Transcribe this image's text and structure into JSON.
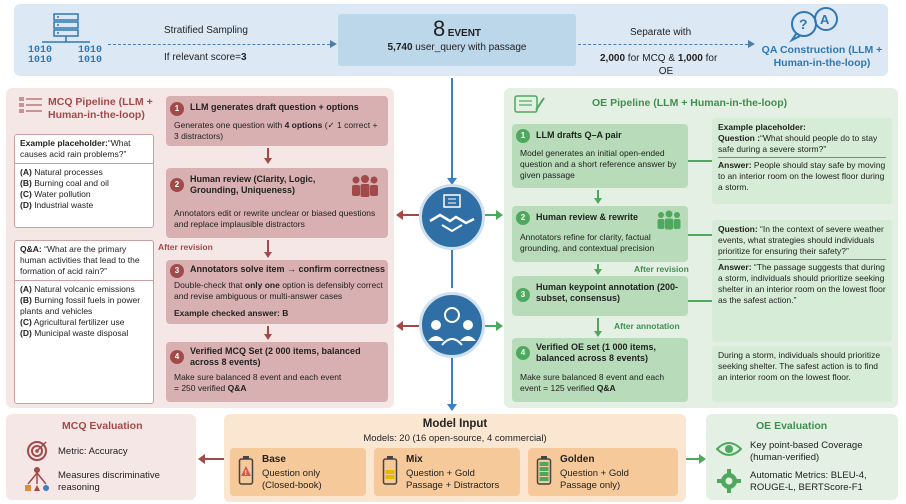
{
  "top": {
    "sampling_label": "Stratified Sampling",
    "relevant_prefix": "If relevant score=",
    "relevant_value": "3",
    "event_number": "8",
    "event_label": "EVENT",
    "event_count": "5,740",
    "event_desc": " user_query with passage",
    "separate_label": "Separate with",
    "split_mcq_num": "2,000",
    "split_mcq_text": " for MCQ & ",
    "split_oe_num": "1,000",
    "split_oe_text": " for",
    "split_oe_tail": "OE",
    "qa_title": "QA Construction (LLM + Human-in-the-loop)"
  },
  "mcq": {
    "title": "MCQ Pipeline (LLM + Human-in-the-loop)",
    "steps": [
      {
        "num": "1",
        "title": "LLM generates draft question + options",
        "body_pre": "Generates one question with ",
        "body_bold": "4 options",
        "body_post": " (✓ 1 correct + 3 distractors)"
      },
      {
        "num": "2",
        "title": "Human review (Clarity, Logic, Grounding, Uniqueness)",
        "body": "Annotators edit or rewrite unclear or biased questions and replace implausible distractors"
      },
      {
        "num": "3",
        "title": "Annotators solve item → confirm correctness",
        "body_pre": "Double-check that ",
        "body_bold": "only one",
        "body_post": " option is defensibly correct and revise ambiguous or multi-answer cases",
        "checked_label": "Example checked answer: B"
      },
      {
        "num": "4",
        "title": "Verified MCQ Set (2 000 items, balanced across 8 events)",
        "body": "Make sure balanced 8 event and each event = 250 verified ",
        "body_bold": "Q&A"
      }
    ],
    "after_revision": "After revision",
    "example1": {
      "label": "Example placeholder:",
      "question": "“What causes acid rain problems?”",
      "options": [
        {
          "key": "(A)",
          "text": "Natural processes"
        },
        {
          "key": "(B)",
          "text": "Burning coal and oil"
        },
        {
          "key": "(C)",
          "text": "Water pollution"
        },
        {
          "key": "(D)",
          "text": "Industrial waste"
        }
      ]
    },
    "example2": {
      "label": "Q&A:",
      "question": "“What are the primary human activities that lead to the formation of acid rain?”",
      "options": [
        {
          "key": "(A)",
          "text": "Natural volcanic emissions"
        },
        {
          "key": "(B)",
          "text": "Burning fossil fuels in power plants and vehicles"
        },
        {
          "key": "(C)",
          "text": "Agricultural fertilizer use"
        },
        {
          "key": "(D)",
          "text": "Municipal waste disposal"
        }
      ]
    }
  },
  "oe": {
    "title": "OE Pipeline (LLM + Human-in-the-loop)",
    "steps": [
      {
        "num": "1",
        "title": "LLM drafts Q–A pair",
        "body": "Model generates an initial open-ended question and a short reference answer by given passage"
      },
      {
        "num": "2",
        "title": "Human review & rewrite",
        "body": "Annotators refine for clarity, factual grounding, and contextual precision"
      },
      {
        "num": "3",
        "title": "Human keypoint annotation (200-subset, consensus)"
      },
      {
        "num": "4",
        "title": "Verified OE set (1 000 items, balanced across 8 events)",
        "body": "Make sure balanced 8 event and each event = 125 verified ",
        "body_bold": "Q&A"
      }
    ],
    "after_revision": "After revision",
    "after_annotation": "After annotation",
    "ex1": {
      "label": "Example placeholder:",
      "q_label": "Question :",
      "question": "“What should people do to stay safe during a severe storm?”",
      "a_label": "Answer:",
      "answer": "People should stay safe by moving to an interior room on the lowest floor during a storm."
    },
    "ex2": {
      "q_label": "Question:",
      "question": "“In the context of severe weather events, what strategies should individuals prioritize for ensuring their safety?”",
      "a_label": "Answer:",
      "answer": "“The passage suggests that during a storm, individuals should prioritize seeking shelter in an interior room on the lowest floor as the safest action.”"
    },
    "ex3": {
      "text": "During a storm, individuals should prioritize seeking shelter. The safest action is to find an interior room on the lowest floor."
    }
  },
  "mcq_eval": {
    "title": "MCQ Evaluation",
    "metric": "Metric: Accuracy",
    "measure": "Measures discriminative reasoning"
  },
  "model_input": {
    "title": "Model Input",
    "models": "Models: 20 (16 open-source, 4 commercial)",
    "cards": [
      {
        "title": "Base",
        "line1": "Question only",
        "line2": "(Closed-book)"
      },
      {
        "title": "Mix",
        "line1": "Question + Gold",
        "line2": "Passage + Distractors"
      },
      {
        "title": "Golden",
        "line1": "Question + Gold",
        "line2": "Passage only)"
      }
    ]
  },
  "oe_eval": {
    "title": "OE Evaluation",
    "keypoint": "Key point-based Coverage (human-verified)",
    "auto": "Automatic Metrics: BLEU-4, ROUGE-L, BERTScore-F1"
  },
  "colors": {
    "mcq_accent": "#a24a4a",
    "oe_accent": "#3f8f4f",
    "blue_accent": "#2f78b5"
  }
}
